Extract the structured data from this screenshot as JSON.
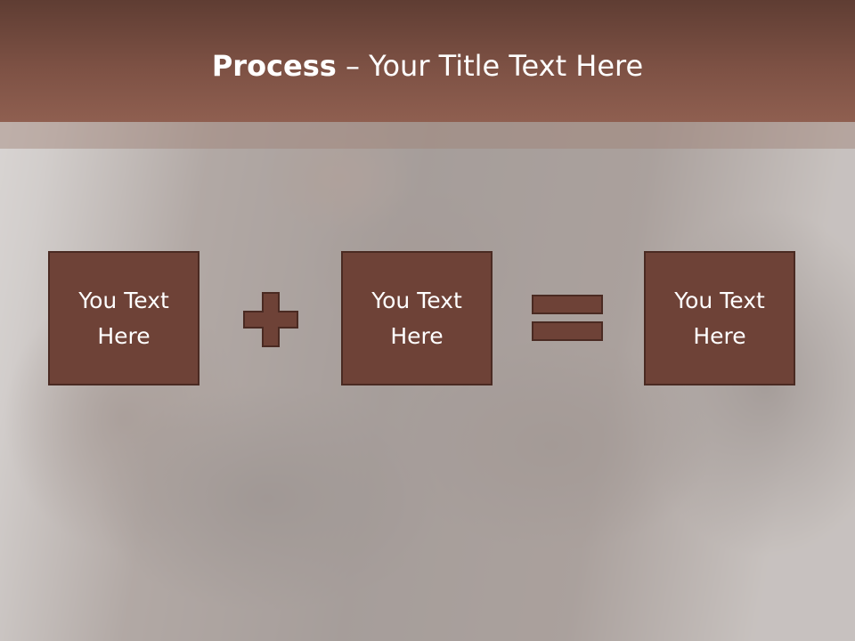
{
  "slide": {
    "title_bold": "Process",
    "title_rest": " – Your Title Text Here"
  },
  "process": {
    "boxes": [
      {
        "label": "You Text Here"
      },
      {
        "label": "You Text Here"
      },
      {
        "label": "You Text Here"
      }
    ],
    "operators": [
      {
        "icon": "plus-icon"
      },
      {
        "icon": "equals-icon"
      }
    ]
  },
  "colors": {
    "header": "#7d5144",
    "box_fill": "#6e4237",
    "box_border": "#4a2a22",
    "text": "#ffffff"
  }
}
